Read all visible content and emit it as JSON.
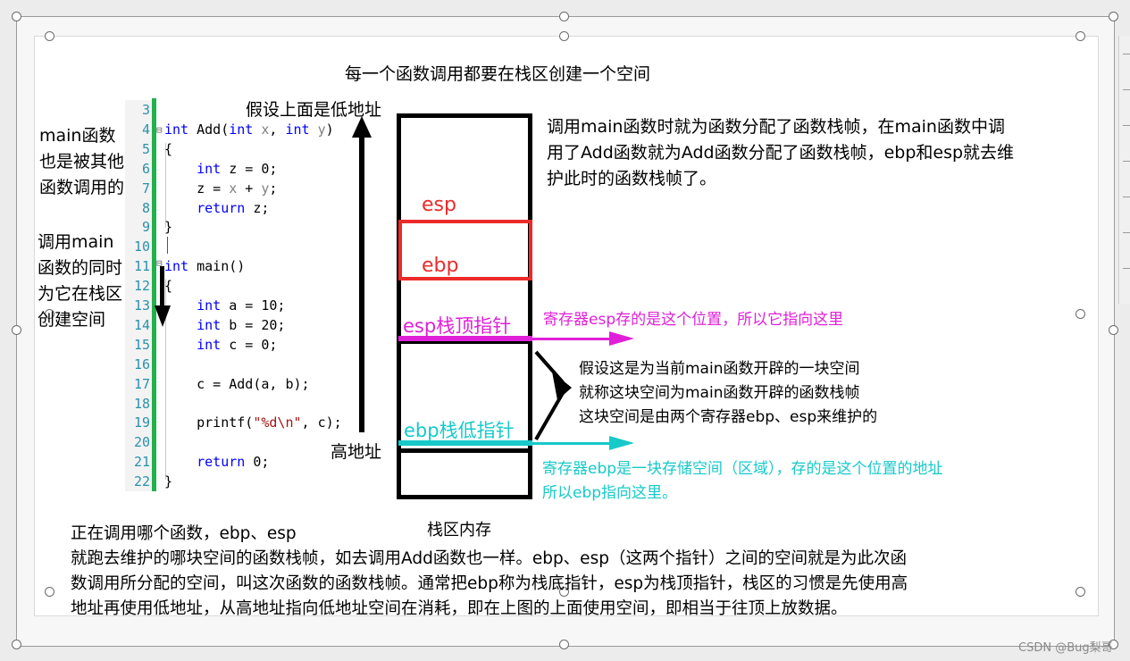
{
  "title": "每一个函数调用都要在栈区创建一个空间",
  "low_address_label": "假设上面是低地址",
  "high_address_label": "高地址",
  "stack_memory_label": "栈区内存",
  "left_notes": {
    "main_called": [
      "main函数",
      "也是被其他",
      "函数调用的"
    ],
    "create_space": [
      "调用main",
      "函数的同时",
      "为它在栈区",
      "创建空间"
    ]
  },
  "code": {
    "line_numbers": [
      "3",
      "4",
      "5",
      "6",
      "7",
      "8",
      "9",
      "10",
      "11",
      "12",
      "13",
      "14",
      "15",
      "16",
      "17",
      "18",
      "19",
      "20",
      "21",
      "22"
    ],
    "lines": [
      "",
      "int Add(int x, int y)",
      "{",
      "    int z = 0;",
      "    z = x + y;",
      "    return z;",
      "}",
      "",
      "int main()",
      "{",
      "    int a = 10;",
      "    int b = 20;",
      "    int c = 0;",
      "",
      "    c = Add(a, b);",
      "",
      "    printf(\"%d\\n\", c);",
      "",
      "    return 0;",
      "}"
    ]
  },
  "stack_labels": {
    "esp": "esp",
    "ebp": "ebp",
    "esp_top": "esp栈顶指针",
    "ebp_bottom": "ebp栈低指针"
  },
  "notes": {
    "frame_note": [
      "调用main函数时就为函数分配了函数栈帧，在main函数中调",
      "用了Add函数就为Add函数分配了函数栈帧，ebp和esp就去维",
      "护此时的函数栈帧了。"
    ],
    "esp_note": "寄存器esp存的是这个位置，所以它指向这里",
    "space_note": [
      "假设这是为当前main函数开辟的一块空间",
      "就称这块空间为main函数开辟的函数栈帧",
      "这块空间是由两个寄存器ebp、esp来维护的"
    ],
    "ebp_note": [
      "寄存器ebp是一块存储空间（区域），存的是这个位置的地址",
      "所以ebp指向这里。"
    ]
  },
  "bottom_text": [
    "正在调用哪个函数，ebp、esp",
    "就跑去维护的哪块空间的函数栈帧，如去调用Add函数也一样。ebp、esp（这两个指针）之间的空间就是为此次函",
    "数调用所分配的空间，叫这次函数的函数栈帧。通常把ebp称为栈底指针，esp为栈顶指针，栈区的习惯是先使用高",
    "地址再使用低地址，从高地址指向低地址空间在消耗，即在上图的上面使用空间，即相当于往顶上放数据。"
  ],
  "watermark": "CSDN @Bug梨哥",
  "colors": {
    "red": "#ec2a2a",
    "magenta": "#e020d8",
    "cyan": "#17c9c9",
    "green": "#22b14c"
  }
}
